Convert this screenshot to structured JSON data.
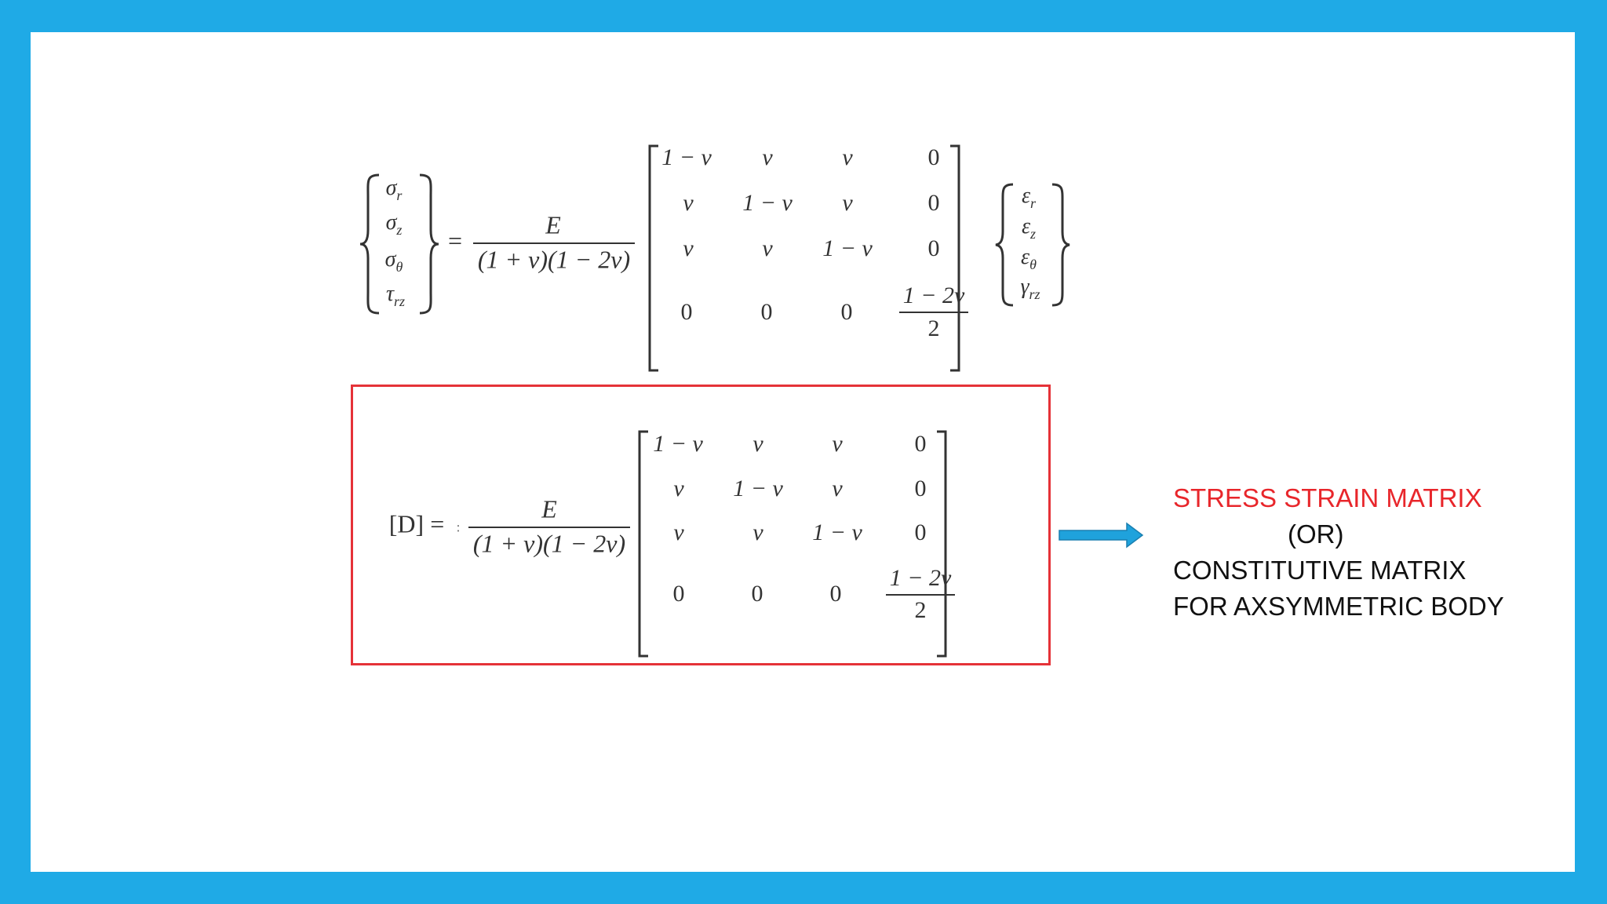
{
  "equation": {
    "lhs_vector": [
      "σ",
      "σ",
      "σ",
      "τ"
    ],
    "lhs_subs": [
      "r",
      "z",
      "θ",
      "rz"
    ],
    "equals": "=",
    "coef_numerator": "E",
    "coef_denominator": "(1 + v)(1 − 2v)",
    "matrix": [
      [
        "1 − v",
        "v",
        "v",
        "0"
      ],
      [
        "v",
        "1 − v",
        "v",
        "0"
      ],
      [
        "v",
        "v",
        "1 − v",
        "0"
      ],
      [
        "0",
        "0",
        "0",
        ""
      ]
    ],
    "last_cell_num": "1 − 2v",
    "last_cell_den": "2",
    "rhs_vector": [
      "ε",
      "ε",
      "ε",
      "γ"
    ],
    "rhs_subs": [
      "r",
      "z",
      "θ",
      "rz"
    ]
  },
  "d_matrix": {
    "lhs": "[D] =",
    "dot": ":",
    "coef_numerator": "E",
    "coef_denominator": "(1 + v)(1 − 2v)",
    "matrix": [
      [
        "1 − v",
        "v",
        "v",
        "0"
      ],
      [
        "v",
        "1 − v",
        "v",
        "0"
      ],
      [
        "v",
        "v",
        "1 − v",
        "0"
      ],
      [
        "0",
        "0",
        "0",
        ""
      ]
    ],
    "last_cell_num": "1 − 2v",
    "last_cell_den": "2"
  },
  "label": {
    "line1": "STRESS STRAIN MATRIX",
    "line2": "(OR)",
    "line3": "CONSTITUTIVE MATRIX",
    "line4": "FOR AXSYMMETRIC BODY"
  },
  "colors": {
    "frame": "#1faae6",
    "highlight_box": "#e53238",
    "label_red": "#e8262b",
    "arrow": "#1fa2dc"
  }
}
